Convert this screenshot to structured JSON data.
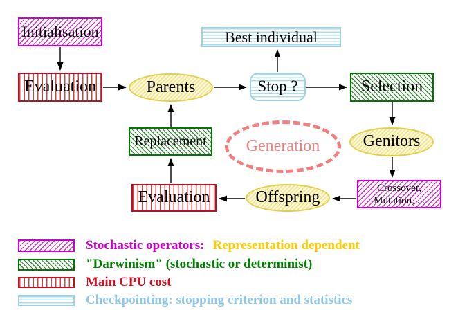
{
  "diagram": {
    "nodes": {
      "initialisation": {
        "label": "Initialisation",
        "pattern": "magenta-diagonal-hatch"
      },
      "evaluation_top": {
        "label": "Evaluation",
        "pattern": "red-vertical-stripes"
      },
      "parents": {
        "label": "Parents",
        "pattern": "yellow-diagonal-hatch"
      },
      "stop": {
        "label": "Stop ?",
        "pattern": "cyan-horizontal-stripes"
      },
      "best_individual": {
        "label": "Best individual",
        "pattern": "cyan-horizontal-stripes"
      },
      "selection": {
        "label": "Selection",
        "pattern": "green-diagonal-hatch"
      },
      "genitors": {
        "label": "Genitors",
        "pattern": "yellow-diagonal-hatch"
      },
      "crossover_mutation": {
        "lines": [
          "Crossover,",
          "Mutation, ..."
        ],
        "pattern": "magenta-diagonal-hatch"
      },
      "offspring": {
        "label": "Offspring",
        "pattern": "yellow-diagonal-hatch"
      },
      "evaluation_bottom": {
        "label": "Evaluation",
        "pattern": "red-vertical-stripes"
      },
      "replacement": {
        "label": "Replacement",
        "pattern": "green-diagonal-hatch"
      },
      "generation_loop": {
        "label": "Generation",
        "style": "dashed-ellipse"
      }
    },
    "flow": [
      "Initialisation -> Evaluation",
      "Evaluation -> Parents",
      "Parents -> Stop ?",
      "Stop ? -> Best individual",
      "Stop ? -> Selection",
      "Selection -> Genitors",
      "Genitors -> Crossover, Mutation, ...",
      "Crossover, Mutation, ... -> Offspring",
      "Offspring -> Evaluation",
      "Evaluation -> Replacement",
      "Replacement -> Parents"
    ],
    "colors": {
      "magenta": "#cc00cc",
      "green": "#008000",
      "red": "#bb1122",
      "cyan": "#9ed2e2",
      "yellow_border": "#e3cf4e",
      "coral": "#ef8080",
      "gold": "#ffcc00",
      "light_blue": "#8fc7e8",
      "arrow": "#000000",
      "background": "#ffffff"
    }
  },
  "legend": {
    "items": [
      {
        "swatch": "magenta-diagonal-hatch",
        "parts": [
          {
            "text": "Stochastic operators:",
            "color": "#cc00cc"
          },
          {
            "text": "Representation dependent",
            "color": "#ffcc00"
          }
        ]
      },
      {
        "swatch": "green-diagonal-hatch",
        "parts": [
          {
            "text": "\"Darwinism\" (stochastic or determinist)",
            "color": "#008000"
          }
        ]
      },
      {
        "swatch": "red-vertical-stripes",
        "parts": [
          {
            "text": "Main CPU cost",
            "color": "#cc1122"
          }
        ]
      },
      {
        "swatch": "cyan-horizontal-stripes",
        "parts": [
          {
            "text": "Checkpointing: stopping criterion and statistics",
            "color": "#8fc7e8"
          }
        ]
      }
    ]
  }
}
